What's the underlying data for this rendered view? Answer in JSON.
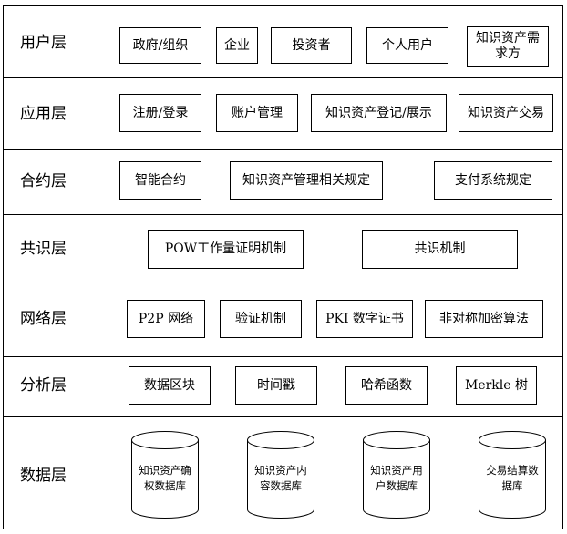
{
  "layers": [
    {
      "label": "用户层",
      "items": [
        "政府/组织",
        "企业",
        "投资者",
        "个人用户",
        "知识资产需\n求方"
      ]
    },
    {
      "label": "应用层",
      "items": [
        "注册/登录",
        "账户管理",
        "知识资产登记/展示",
        "知识资产交易"
      ]
    },
    {
      "label": "合约层",
      "items": [
        "智能合约",
        "知识资产管理相关规定",
        "支付系统规定"
      ]
    },
    {
      "label": "共识层",
      "items": [
        "POW工作量证明机制",
        "共识机制"
      ]
    },
    {
      "label": "网络层",
      "items": [
        "P2P 网络",
        "验证机制",
        "PKI 数字证书",
        "非对称加密算法"
      ]
    },
    {
      "label": "分析层",
      "items": [
        "数据区块",
        "时间戳",
        "哈希函数",
        "Merkle 树"
      ]
    },
    {
      "label": "数据层",
      "databases": [
        "知识资产确\n权数据库",
        "知识资产内\n容数据库",
        "知识资产用\n户数据库",
        "交易结算数\n据库"
      ]
    }
  ]
}
